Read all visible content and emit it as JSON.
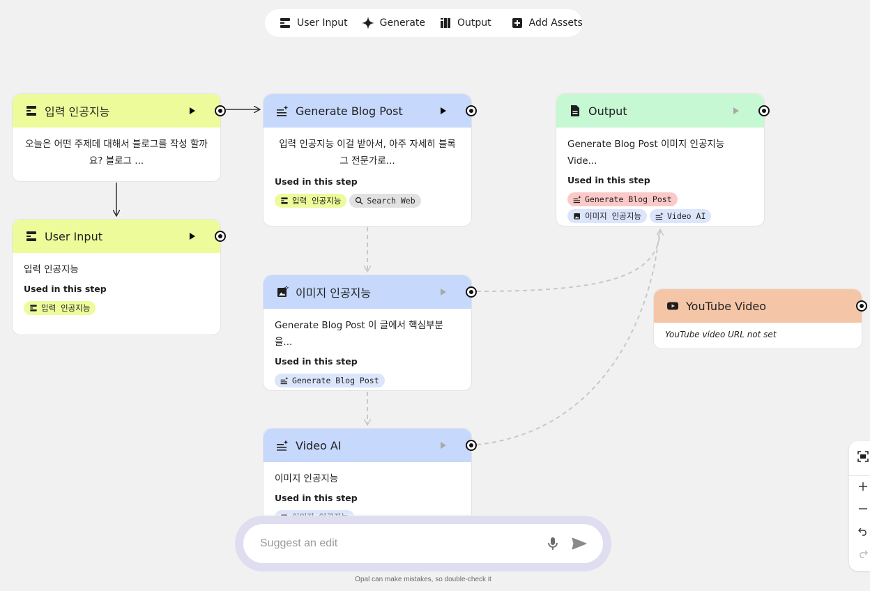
{
  "toolbar": {
    "user_input": "User Input",
    "generate": "Generate",
    "output": "Output",
    "add_assets": "Add Assets"
  },
  "nodes": {
    "input_ai": {
      "title": "입력 인공지능",
      "body": "오늘은 어떤 주제데 대해서 블로그를 작성 할까요? 블로그 ..."
    },
    "user_input": {
      "title": "User Input",
      "body": "입력 인공지능",
      "used_label": "Used in this step",
      "chips": [
        "입력 인공지능"
      ]
    },
    "generate_blog": {
      "title": "Generate Blog Post",
      "body": "입력 인공지능 이걸 받아서, 아주 자세히 블록그 전문가로...",
      "used_label": "Used in this step",
      "chips": [
        "입력 인공지능",
        "Search Web"
      ]
    },
    "image_ai": {
      "title": "이미지 인공지능",
      "body": "Generate Blog Post 이 글에서 핵심부분을...",
      "used_label": "Used in this step",
      "chips": [
        "Generate Blog Post"
      ]
    },
    "video_ai": {
      "title": "Video AI",
      "body": "이미지 인공지능",
      "used_label": "Used in this step",
      "chips": [
        "이미지 인공지능"
      ]
    },
    "output": {
      "title": "Output",
      "body": "Generate Blog Post 이미지 인공지능 Vide...",
      "used_label": "Used in this step",
      "chips": [
        "Generate Blog Post",
        "이미지 인공지능",
        "Video AI"
      ]
    },
    "youtube": {
      "title": "YouTube Video",
      "body": "YouTube video URL not set"
    }
  },
  "prompt": {
    "placeholder": "Suggest an edit",
    "disclaimer": "Opal can make mistakes, so double-check it"
  },
  "colors": {
    "input_node": "#edfb9b",
    "generate_node": "#c6d8fb",
    "output_node": "#c7f8d4",
    "asset_node": "#f4c5a6",
    "background": "#f1f1f1"
  },
  "icons": [
    "user-input-icon",
    "sparkle-icon",
    "output-icon",
    "add-icon",
    "generate-text-icon",
    "image-gen-icon",
    "document-icon",
    "youtube-icon",
    "search-icon",
    "mic-icon",
    "send-icon",
    "fit-view-icon",
    "zoom-in-icon",
    "zoom-out-icon",
    "undo-icon",
    "redo-icon"
  ]
}
